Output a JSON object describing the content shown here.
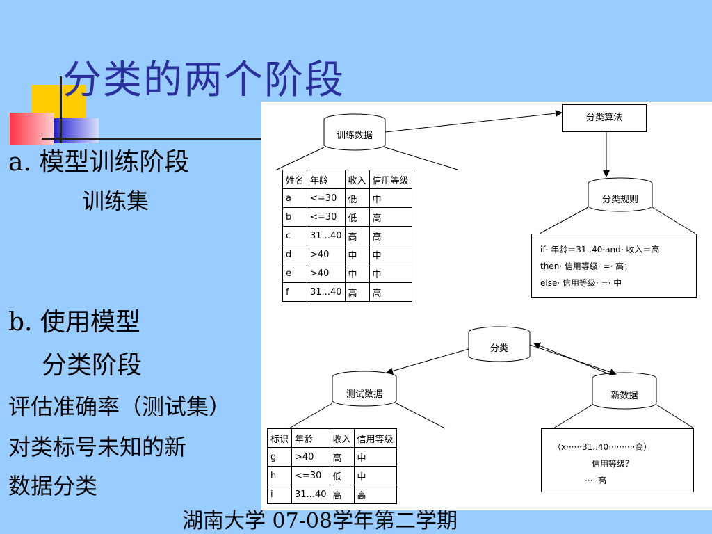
{
  "slide": {
    "title": "分类的两个阶段",
    "section_a": "a. 模型训练阶段",
    "section_a_sub": "训练集",
    "section_b": "b. 使用模型",
    "section_b_sub": "分类阶段",
    "eval_text": "评估准确率（测试集）",
    "classify_text_1": "对类标号未知的新",
    "classify_text_2": "数据分类",
    "footer": "湖南大学 07-08学年第二学期"
  },
  "figure": {
    "train_data_label": "训练数据",
    "algorithm_label": "分类算法",
    "rules_label": "分类规则",
    "rule_lines": [
      "if· 年龄＝31..40·and· 收入＝高",
      "then· 信用等级· =· 高；",
      "else· 信用等级· =· 中"
    ],
    "classify_label": "分类",
    "test_data_label": "测试数据",
    "new_data_label": "新数据",
    "new_data_lines": [
      "（x······31..40··········高）",
      "信用等级？",
      "·····高"
    ],
    "train_table": {
      "headers": [
        "姓名",
        "年龄",
        "收入",
        "信用等级"
      ],
      "rows": [
        [
          "a",
          "<=30",
          "低",
          "中"
        ],
        [
          "b",
          "<=30",
          "低",
          "高"
        ],
        [
          "c",
          "31...40",
          "高",
          "高"
        ],
        [
          "d",
          ">40",
          "中",
          "中"
        ],
        [
          "e",
          ">40",
          "中",
          "中"
        ],
        [
          "f",
          "31...40",
          "高",
          "高"
        ]
      ]
    },
    "test_table": {
      "headers": [
        "标识",
        "年龄",
        "收入",
        "信用等级"
      ],
      "rows": [
        [
          "g",
          ">40",
          "高",
          "中"
        ],
        [
          "h",
          "<=30",
          "低",
          "中"
        ],
        [
          "i",
          "31...40",
          "高",
          "高"
        ]
      ]
    }
  },
  "colors": {
    "background": "#99ccff",
    "title": "#2b2f9e"
  }
}
